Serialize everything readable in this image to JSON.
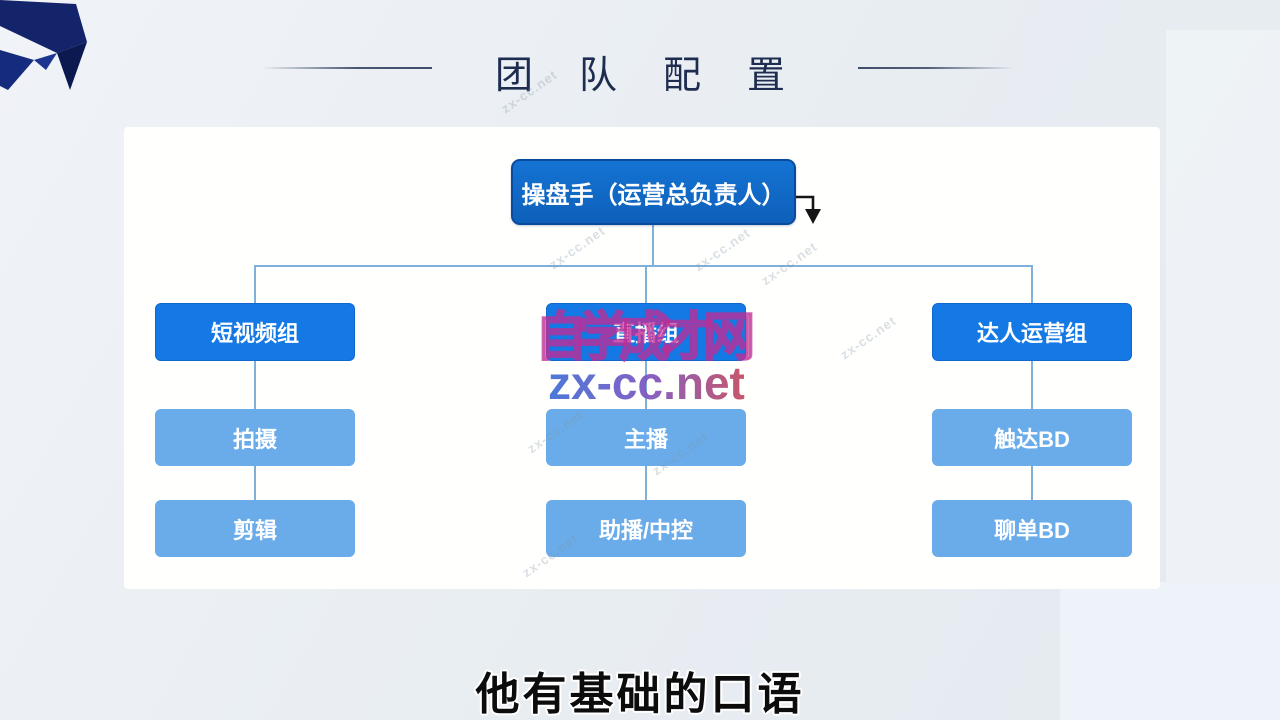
{
  "title": {
    "text": "团队配置"
  },
  "org_chart": {
    "root": "操盘手（运营总负责人）",
    "columns": [
      {
        "head": "短视频组",
        "members": [
          "拍摄",
          "剪辑"
        ]
      },
      {
        "head": "直播组",
        "members": [
          "主播",
          "助播/中控"
        ]
      },
      {
        "head": "达人运营组",
        "members": [
          "触达BD",
          "聊单BD"
        ]
      }
    ]
  },
  "watermark": {
    "brand": "自学成才网",
    "site": "zx-cc.net"
  },
  "subtitle": "他有基础的口语",
  "colors": {
    "root_box": "#0f67c4",
    "root_box_border": "#0a4a9c",
    "group_box": "#1478e5",
    "member_box": "#69ace9",
    "connector": "#7fb0da",
    "title_text": "#1d2c4f",
    "watermark_pink": "#c8389b",
    "background": "#e9edf2"
  }
}
